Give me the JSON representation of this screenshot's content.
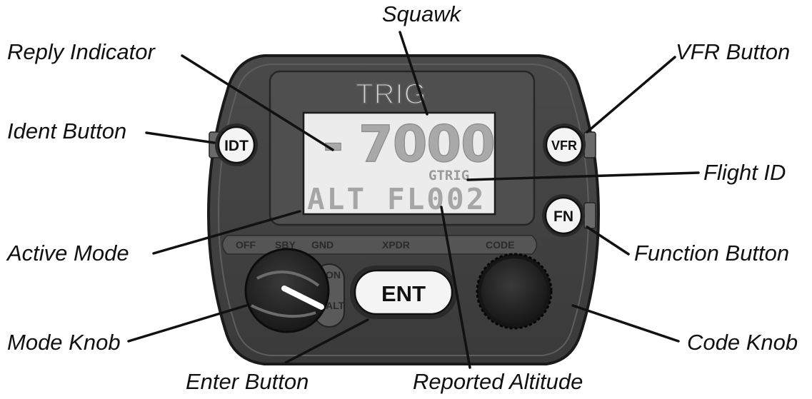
{
  "device": {
    "brand": "TRIG",
    "display": {
      "reply_indicator": "-",
      "squawk_code": "7000",
      "flight_id": "GTRIG",
      "active_mode": "ALT",
      "reported_altitude": "FL002"
    },
    "buttons": {
      "ident": "IDT",
      "vfr": "VFR",
      "function": "FN",
      "enter": "ENT"
    },
    "mode_scale": {
      "off": "OFF",
      "sby": "SBY",
      "gnd": "GND",
      "xpdr": "XPDR",
      "code": "CODE",
      "on": "ON",
      "alt": "ALT"
    }
  },
  "callouts": {
    "squawk": "Squawk",
    "reply_indicator": "Reply Indicator",
    "vfr_button": "VFR Button",
    "ident_button": "Ident Button",
    "flight_id": "Flight ID",
    "active_mode": "Active Mode",
    "function_button": "Function Button",
    "mode_knob": "Mode Knob",
    "code_knob": "Code Knob",
    "enter_button": "Enter Button",
    "reported_altitude": "Reported Altitude"
  }
}
